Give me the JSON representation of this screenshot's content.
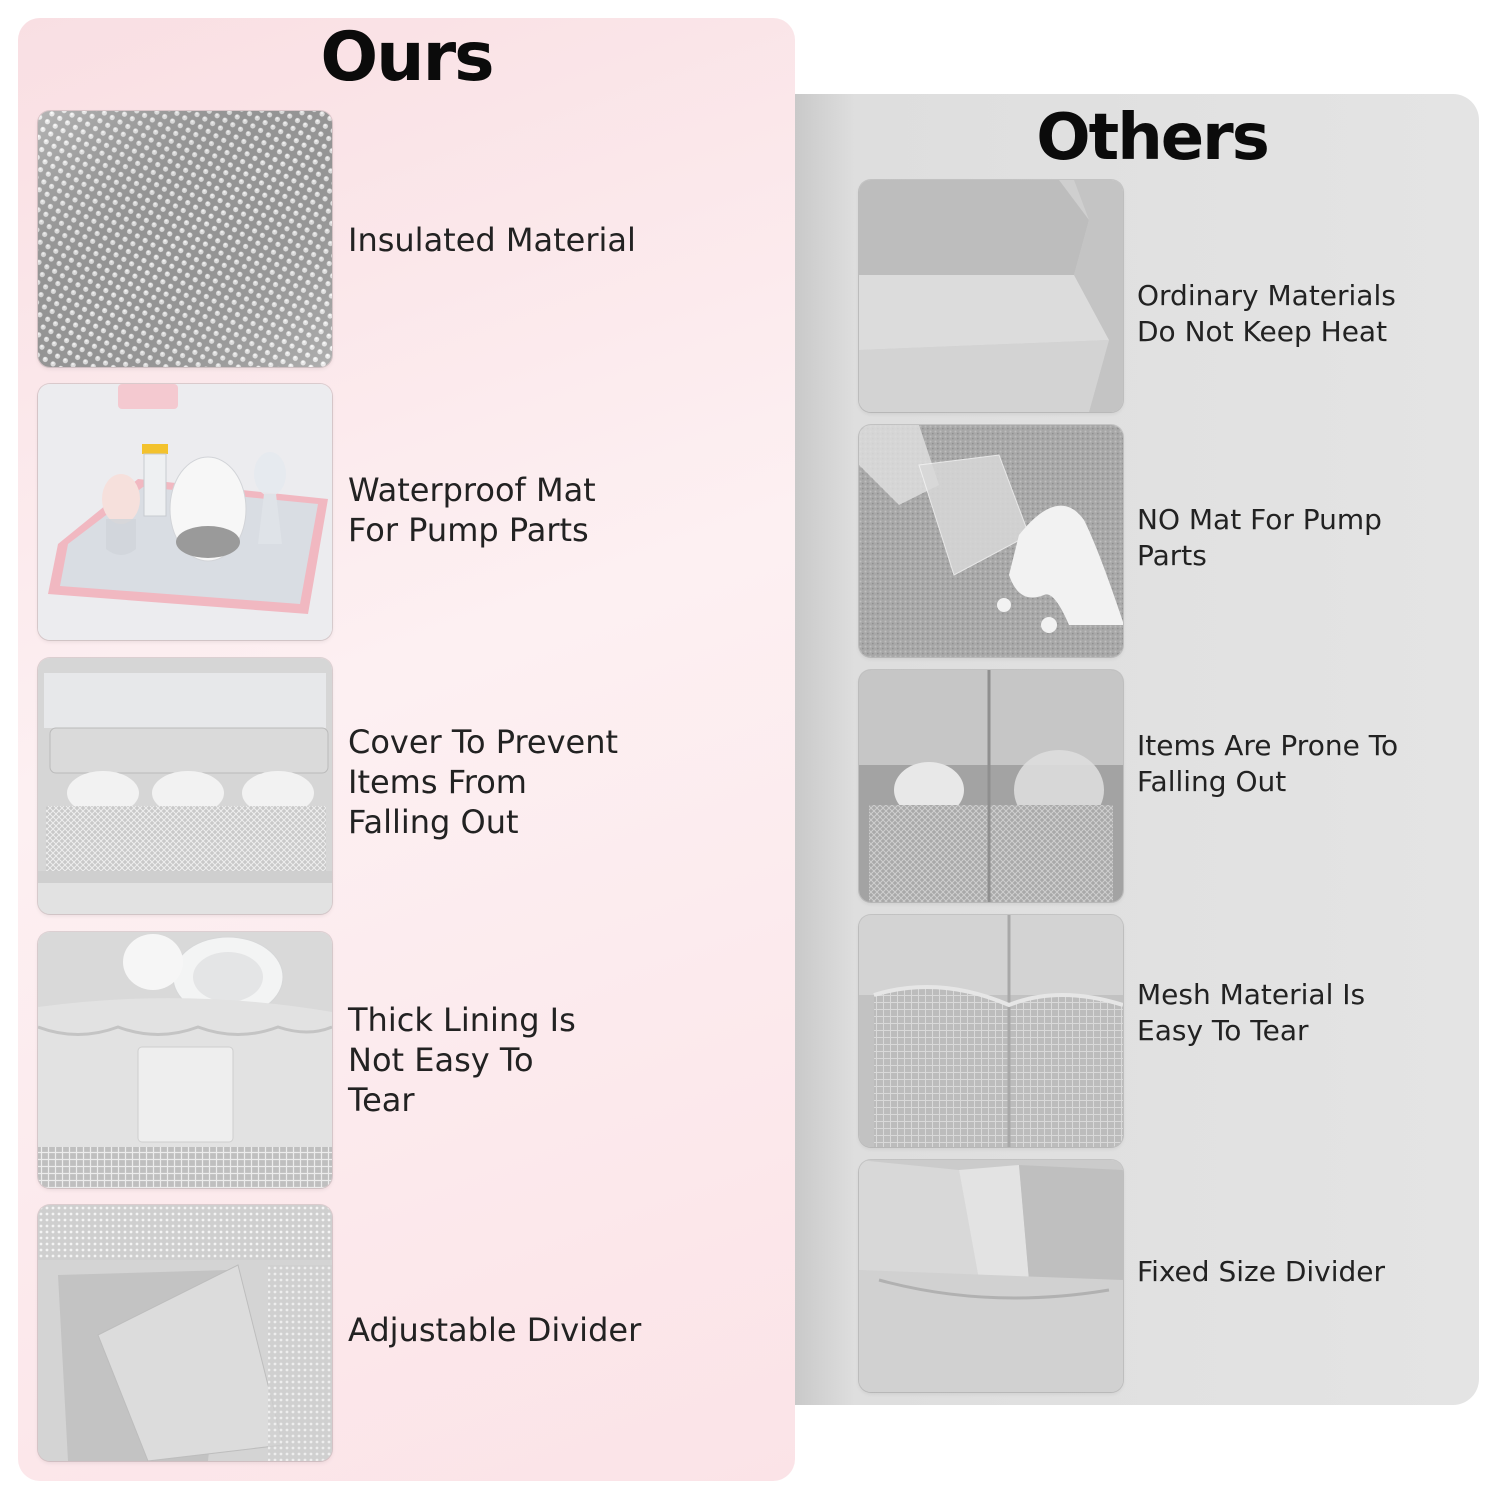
{
  "ours": {
    "title": "Ours",
    "items": [
      {
        "label": "Insulated Material",
        "icon": "insulated-foil-photo"
      },
      {
        "label": "Waterproof Mat\nFor Pump Parts",
        "icon": "waterproof-mat-photo"
      },
      {
        "label": "Cover To Prevent\nItems From\nFalling Out",
        "icon": "cover-photo"
      },
      {
        "label": "Thick Lining Is\nNot Easy To\nTear",
        "icon": "thick-lining-photo"
      },
      {
        "label": "Adjustable Divider",
        "icon": "adjustable-divider-photo"
      }
    ]
  },
  "others": {
    "title": "Others",
    "items": [
      {
        "label": "Ordinary Materials\nDo Not Keep Heat",
        "icon": "ordinary-material-photo"
      },
      {
        "label": "NO Mat For Pump\nParts",
        "icon": "spilled-milk-photo"
      },
      {
        "label": "Items Are Prone To\nFalling Out",
        "icon": "open-pockets-photo"
      },
      {
        "label": "Mesh Material Is\nEasy To Tear",
        "icon": "mesh-pocket-photo"
      },
      {
        "label": "Fixed Size Divider",
        "icon": "fixed-divider-photo"
      }
    ]
  },
  "colors": {
    "ours_panel": "#f9dfe3",
    "others_panel": "#e4e4e4",
    "heading_text": "#0b0b0b",
    "caption_text": "#222222"
  }
}
